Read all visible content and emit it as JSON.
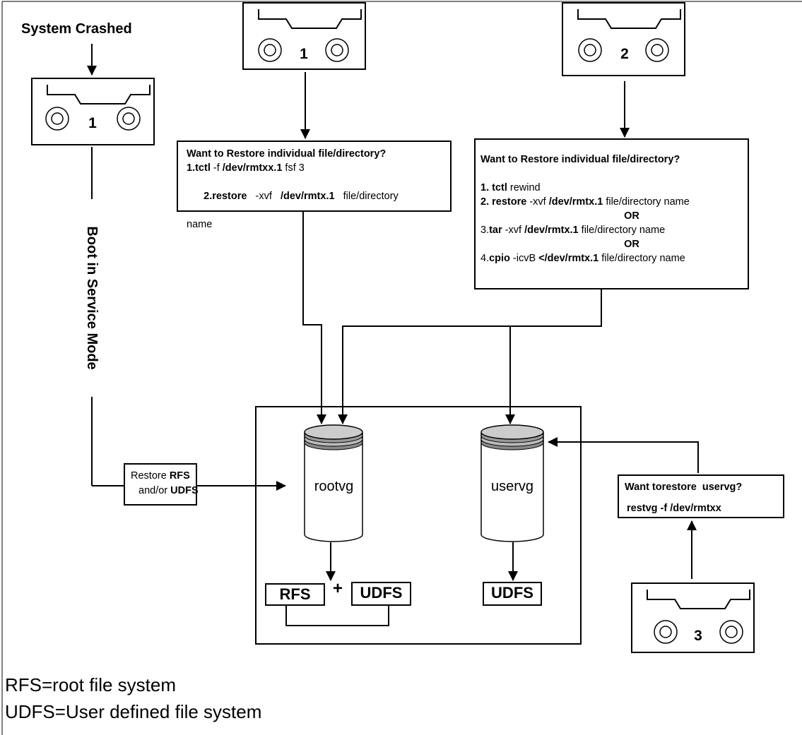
{
  "header": {
    "start_label": "System Crashed"
  },
  "tapes": {
    "left": {
      "number": "1"
    },
    "top_middle": {
      "number": "1"
    },
    "top_right": {
      "number": "2"
    },
    "bottom_right": {
      "number": "3"
    }
  },
  "boot_label": "Boot in Service Mode",
  "restore_rfs_box": {
    "prefix": "Restore ",
    "rfs": "RFS",
    "and_or": "and/or ",
    "udfs": "UDFS"
  },
  "individual_restore_1": {
    "title": "Want to Restore individual file/directory?",
    "line1": {
      "num": "1.tctl",
      "opt": " -f ",
      "dev": "/dev/rmtxx.1",
      "rest": " fsf 3"
    },
    "line2": {
      "num": "2.restore",
      "opt": "   -xvf   ",
      "dev": "/dev/rmtx.1",
      "rest": "   file/directory"
    },
    "line3": "name"
  },
  "individual_restore_2": {
    "title": "Want to Restore individual file/directory?",
    "line1": {
      "num": "1. tctl",
      "rest": " rewind"
    },
    "line2": {
      "num": "2. restore",
      "opt": " -xvf ",
      "dev": "/dev/rmtx.1",
      "rest": " file/directory name"
    },
    "or1": "OR",
    "line3": {
      "num": "3.",
      "cmd": "tar",
      "opt": " -xvf ",
      "dev": "/dev/rmtx.1",
      "rest": " file/directory name"
    },
    "or2": "OR",
    "line4": {
      "num": "4.",
      "cmd": "cpio",
      "opt": " -icvB ",
      "dev": "</dev/rmtx.1",
      "rest": " file/directory name"
    }
  },
  "uservg_restore": {
    "title": "Want torestore  uservg?",
    "command": "restvg -f /dev/rmtxx"
  },
  "volume_groups": {
    "rootvg": "rootvg",
    "uservg": "uservg"
  },
  "filesystems": {
    "rfs": "RFS",
    "plus": "+",
    "udfs_root": "UDFS",
    "udfs_user": "UDFS"
  },
  "legend": {
    "line1": "RFS=root file system",
    "line2": "UDFS=User defined file system"
  }
}
